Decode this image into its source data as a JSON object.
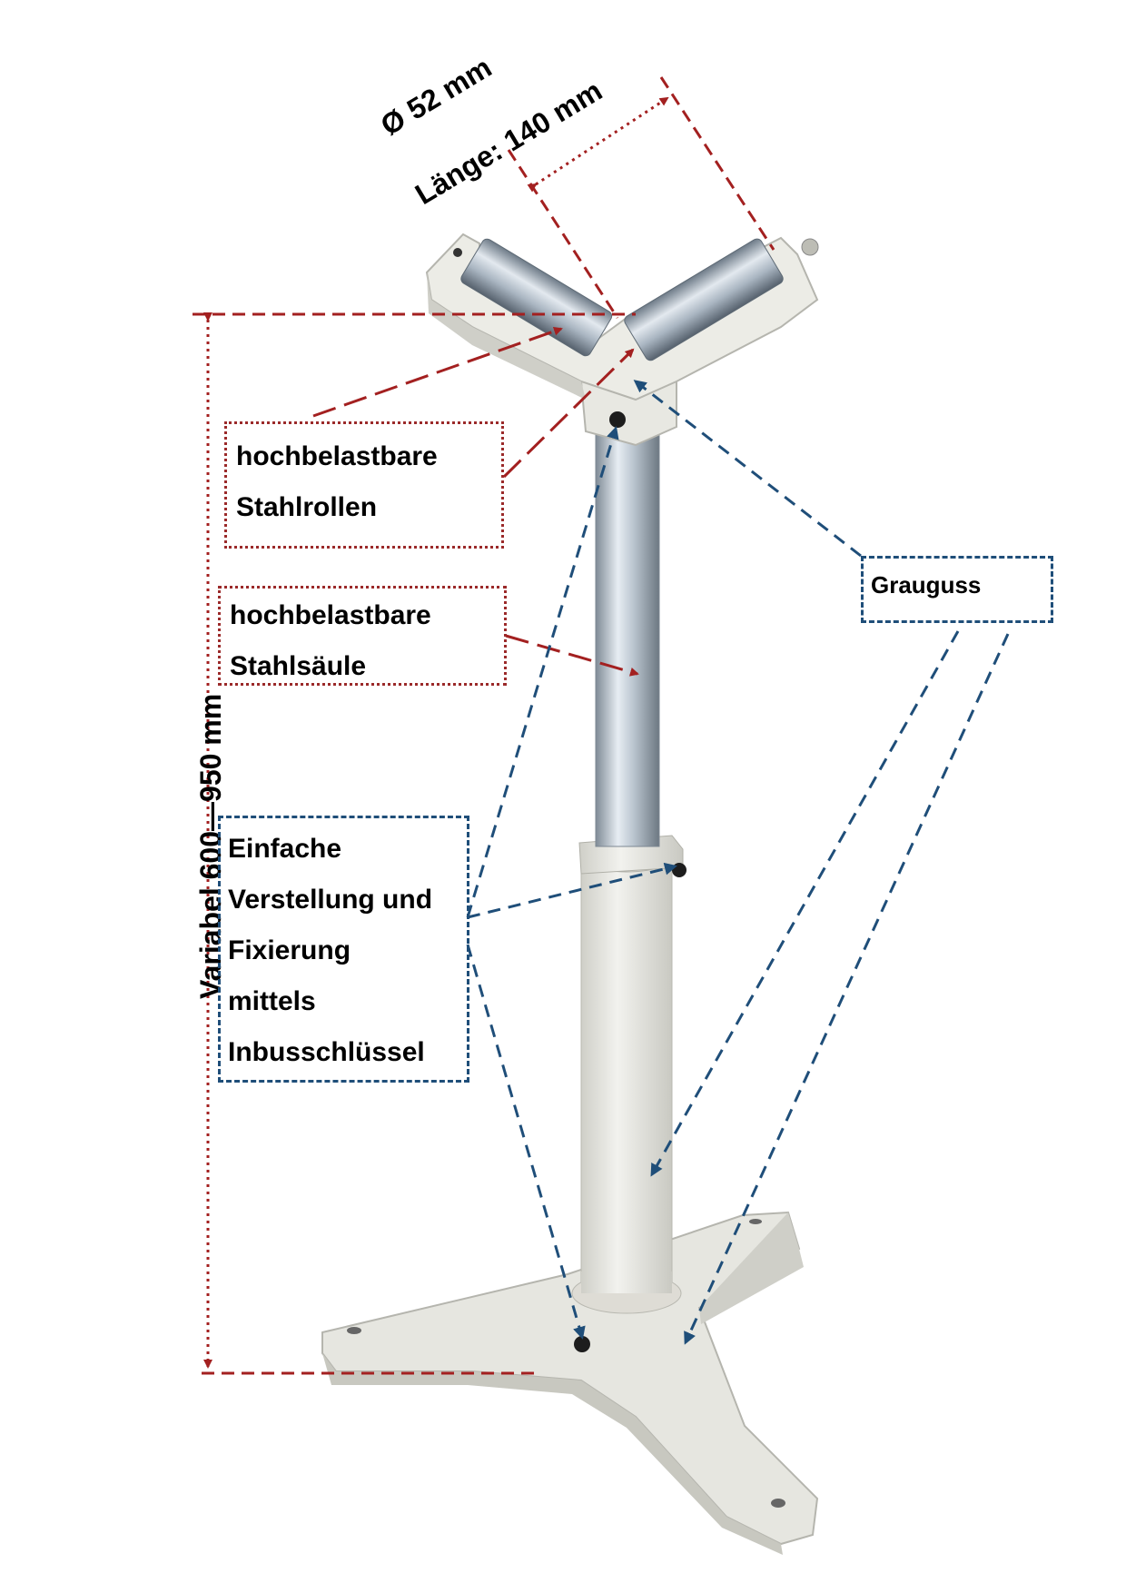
{
  "dimensions": {
    "diameter": "Ø 52 mm",
    "length": "Länge: 140 mm",
    "height": "Variabel 600—950 mm"
  },
  "callouts": {
    "steel_rollers": [
      "hochbelastbare",
      "Stahlrollen"
    ],
    "steel_column": [
      "hochbelastbare",
      "Stahlsäule"
    ],
    "cast_iron": [
      "Grauguss"
    ],
    "adjustment": [
      "Einfache",
      "Verstellung und",
      "Fixierung",
      "mittels",
      "Inbusschlüssel"
    ]
  },
  "colors": {
    "red_annotation": "#a32020",
    "blue_annotation": "#1f4e79",
    "frame_white": "#e8e8e2",
    "steel": "#b8c4cf"
  },
  "icons": [
    "roller-stand-illustration"
  ]
}
